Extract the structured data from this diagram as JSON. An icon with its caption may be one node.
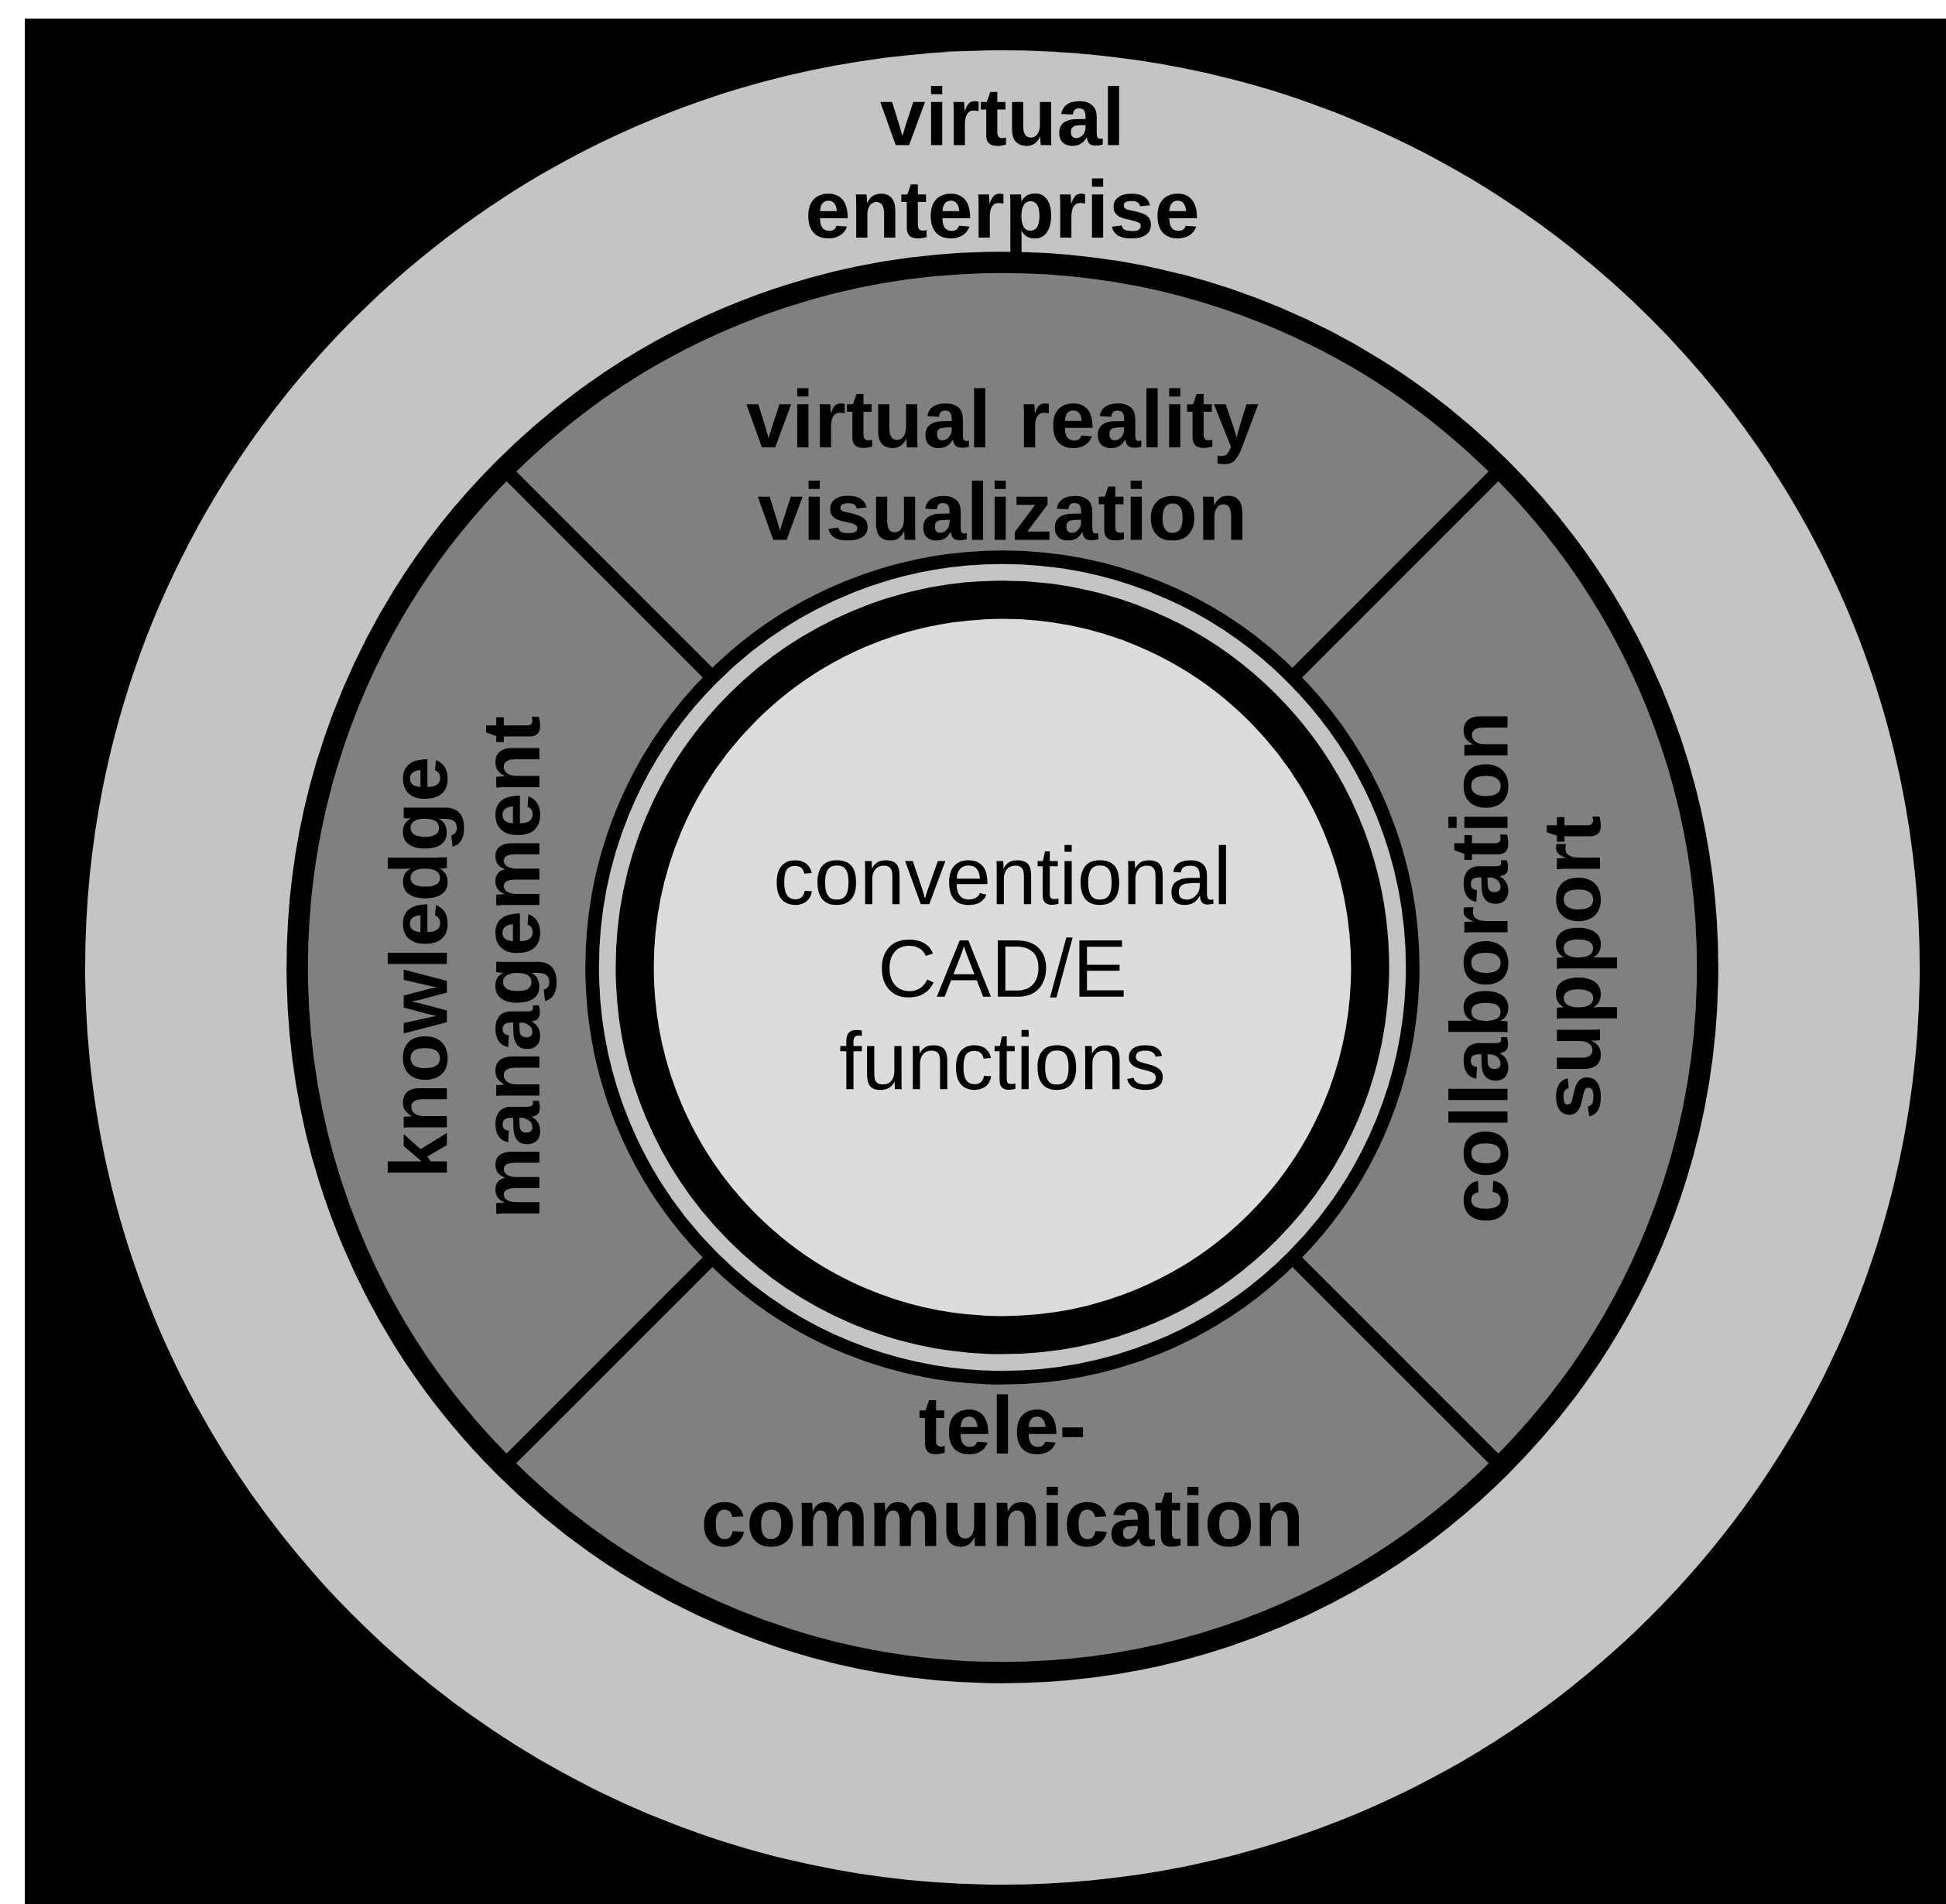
{
  "diagram": {
    "nodes": [
      {
        "text": [
          "virtual enterprise"
        ]
      },
      {
        "text": [
          "virtual reality visualization"
        ],
        "in": 0
      },
      {
        "text": [
          "knowledge management"
        ],
        "in": 0
      },
      {
        "text": [
          "conventional CAD/E functions"
        ],
        "in": 0
      },
      {
        "text": [
          "collaboration support"
        ],
        "in": 0
      },
      {
        "text": [
          "tele- communication"
        ],
        "in": 0
      }
    ]
  }
}
